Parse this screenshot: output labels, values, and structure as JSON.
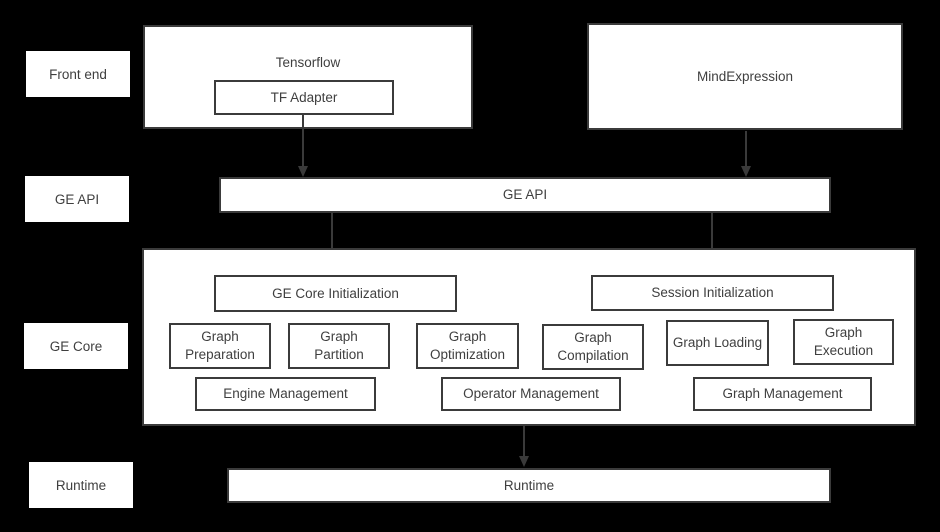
{
  "colors": {
    "background": "#000000",
    "box_background": "#ffffff",
    "border": "#3b3b3b",
    "text": "#3f3f3f",
    "arrow": "#3a3a3a"
  },
  "side_labels": {
    "frontend": "Front end",
    "ge_api": "GE API",
    "ge_core": "GE Core",
    "runtime": "Runtime"
  },
  "frontend": {
    "tensorflow_title": "Tensorflow",
    "tf_adapter": "TF Adapter",
    "mindexpression": "MindExpression"
  },
  "ge_api_bar": "GE API",
  "ge_core": {
    "init_boxes": [
      "GE Core Initialization",
      "Session Initialization"
    ],
    "function_boxes": [
      "Graph Preparation",
      "Graph Partition",
      "Graph Optimization",
      "Graph Compilation",
      "Graph Loading",
      "Graph Execution"
    ],
    "management_boxes": [
      "Engine Management",
      "Operator Management",
      "Graph Management"
    ]
  },
  "runtime_bar": "Runtime"
}
